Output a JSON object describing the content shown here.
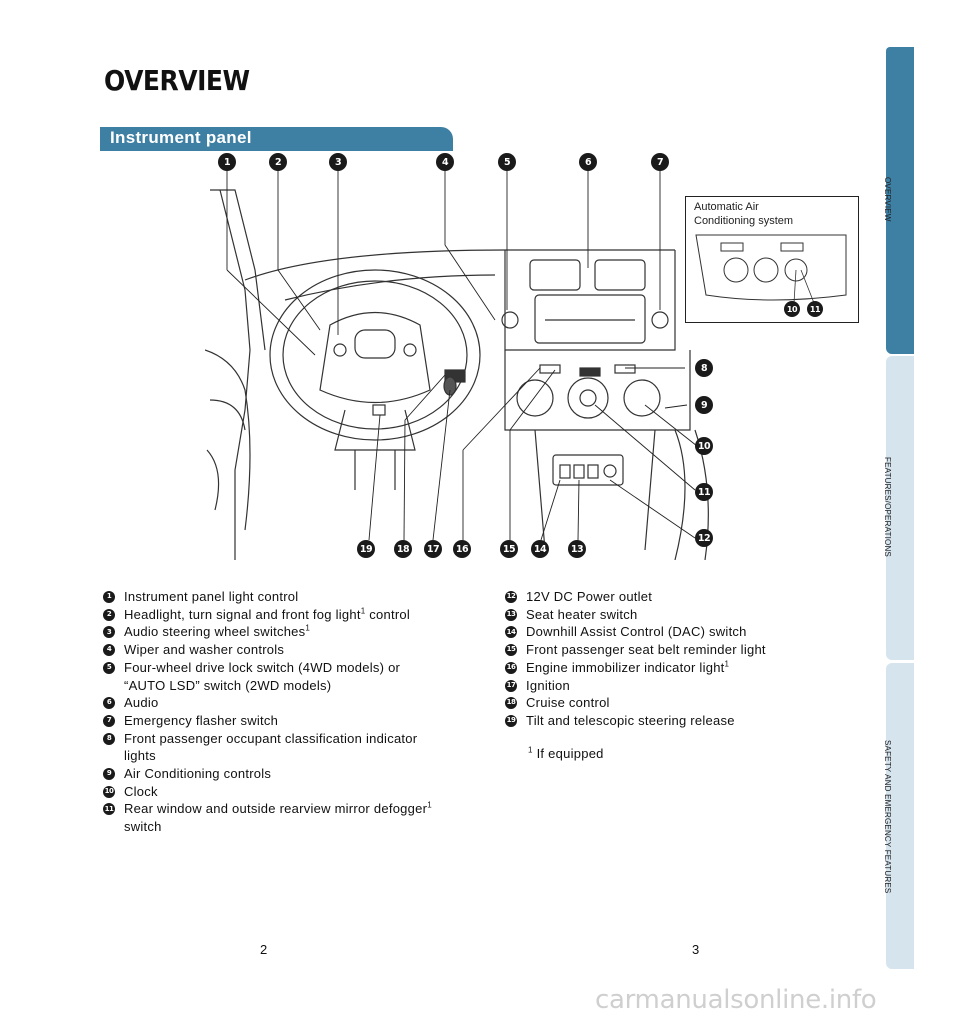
{
  "page_title": "OVERVIEW",
  "section_title": "Instrument panel",
  "side_tabs": [
    {
      "label": "OVERVIEW"
    },
    {
      "label": "FEATURES/OPERATIONS"
    },
    {
      "label": "SAFETY AND EMERGENCY FEATURES"
    }
  ],
  "inset_title_line1": "Automatic Air",
  "inset_title_line2": "Conditioning system",
  "callouts_top": [
    "1",
    "2",
    "3",
    "4",
    "5",
    "6",
    "7"
  ],
  "callouts_right": [
    "8",
    "9",
    "10",
    "11",
    "12"
  ],
  "callouts_bottom": [
    "19",
    "18",
    "17",
    "16",
    "15",
    "14",
    "13"
  ],
  "callouts_inset": [
    "10",
    "11"
  ],
  "legend_left": [
    {
      "num": "1",
      "text": "Instrument panel light control",
      "sup": ""
    },
    {
      "num": "2",
      "text": "Headlight, turn signal and front fog light",
      "sup": "1",
      "after": " control"
    },
    {
      "num": "3",
      "text": "Audio steering wheel switches",
      "sup": "1"
    },
    {
      "num": "4",
      "text": "Wiper and washer controls",
      "sup": ""
    },
    {
      "num": "5",
      "text": "Four-wheel drive lock switch (4WD models) or",
      "line2": "“AUTO LSD” switch (2WD models)",
      "sup": ""
    },
    {
      "num": "6",
      "text": "Audio",
      "sup": ""
    },
    {
      "num": "7",
      "text": "Emergency flasher switch",
      "sup": ""
    },
    {
      "num": "8",
      "text": "Front passenger occupant classification indicator",
      "line2": "lights",
      "sup": ""
    },
    {
      "num": "9",
      "text": "Air Conditioning controls",
      "sup": ""
    },
    {
      "num": "10",
      "text": "Clock",
      "sup": ""
    },
    {
      "num": "11",
      "text": "Rear window and outside rearview mirror defogger",
      "sup": "1",
      "line2": "switch"
    }
  ],
  "legend_right": [
    {
      "num": "12",
      "text": "12V DC Power outlet",
      "sup": ""
    },
    {
      "num": "13",
      "text": "Seat heater switch",
      "sup": ""
    },
    {
      "num": "14",
      "text": "Downhill Assist Control (DAC) switch",
      "sup": ""
    },
    {
      "num": "15",
      "text": "Front passenger seat belt reminder light",
      "sup": ""
    },
    {
      "num": "16",
      "text": "Engine immobilizer indicator light",
      "sup": "1"
    },
    {
      "num": "17",
      "text": "Ignition",
      "sup": ""
    },
    {
      "num": "18",
      "text": "Cruise control",
      "sup": ""
    },
    {
      "num": "19",
      "text": "Tilt and telescopic steering release",
      "sup": ""
    }
  ],
  "footnote_sup": "1",
  "footnote_text": " If equipped",
  "page_left": "2",
  "page_right": "3",
  "watermark": "carmanualsonline.info"
}
